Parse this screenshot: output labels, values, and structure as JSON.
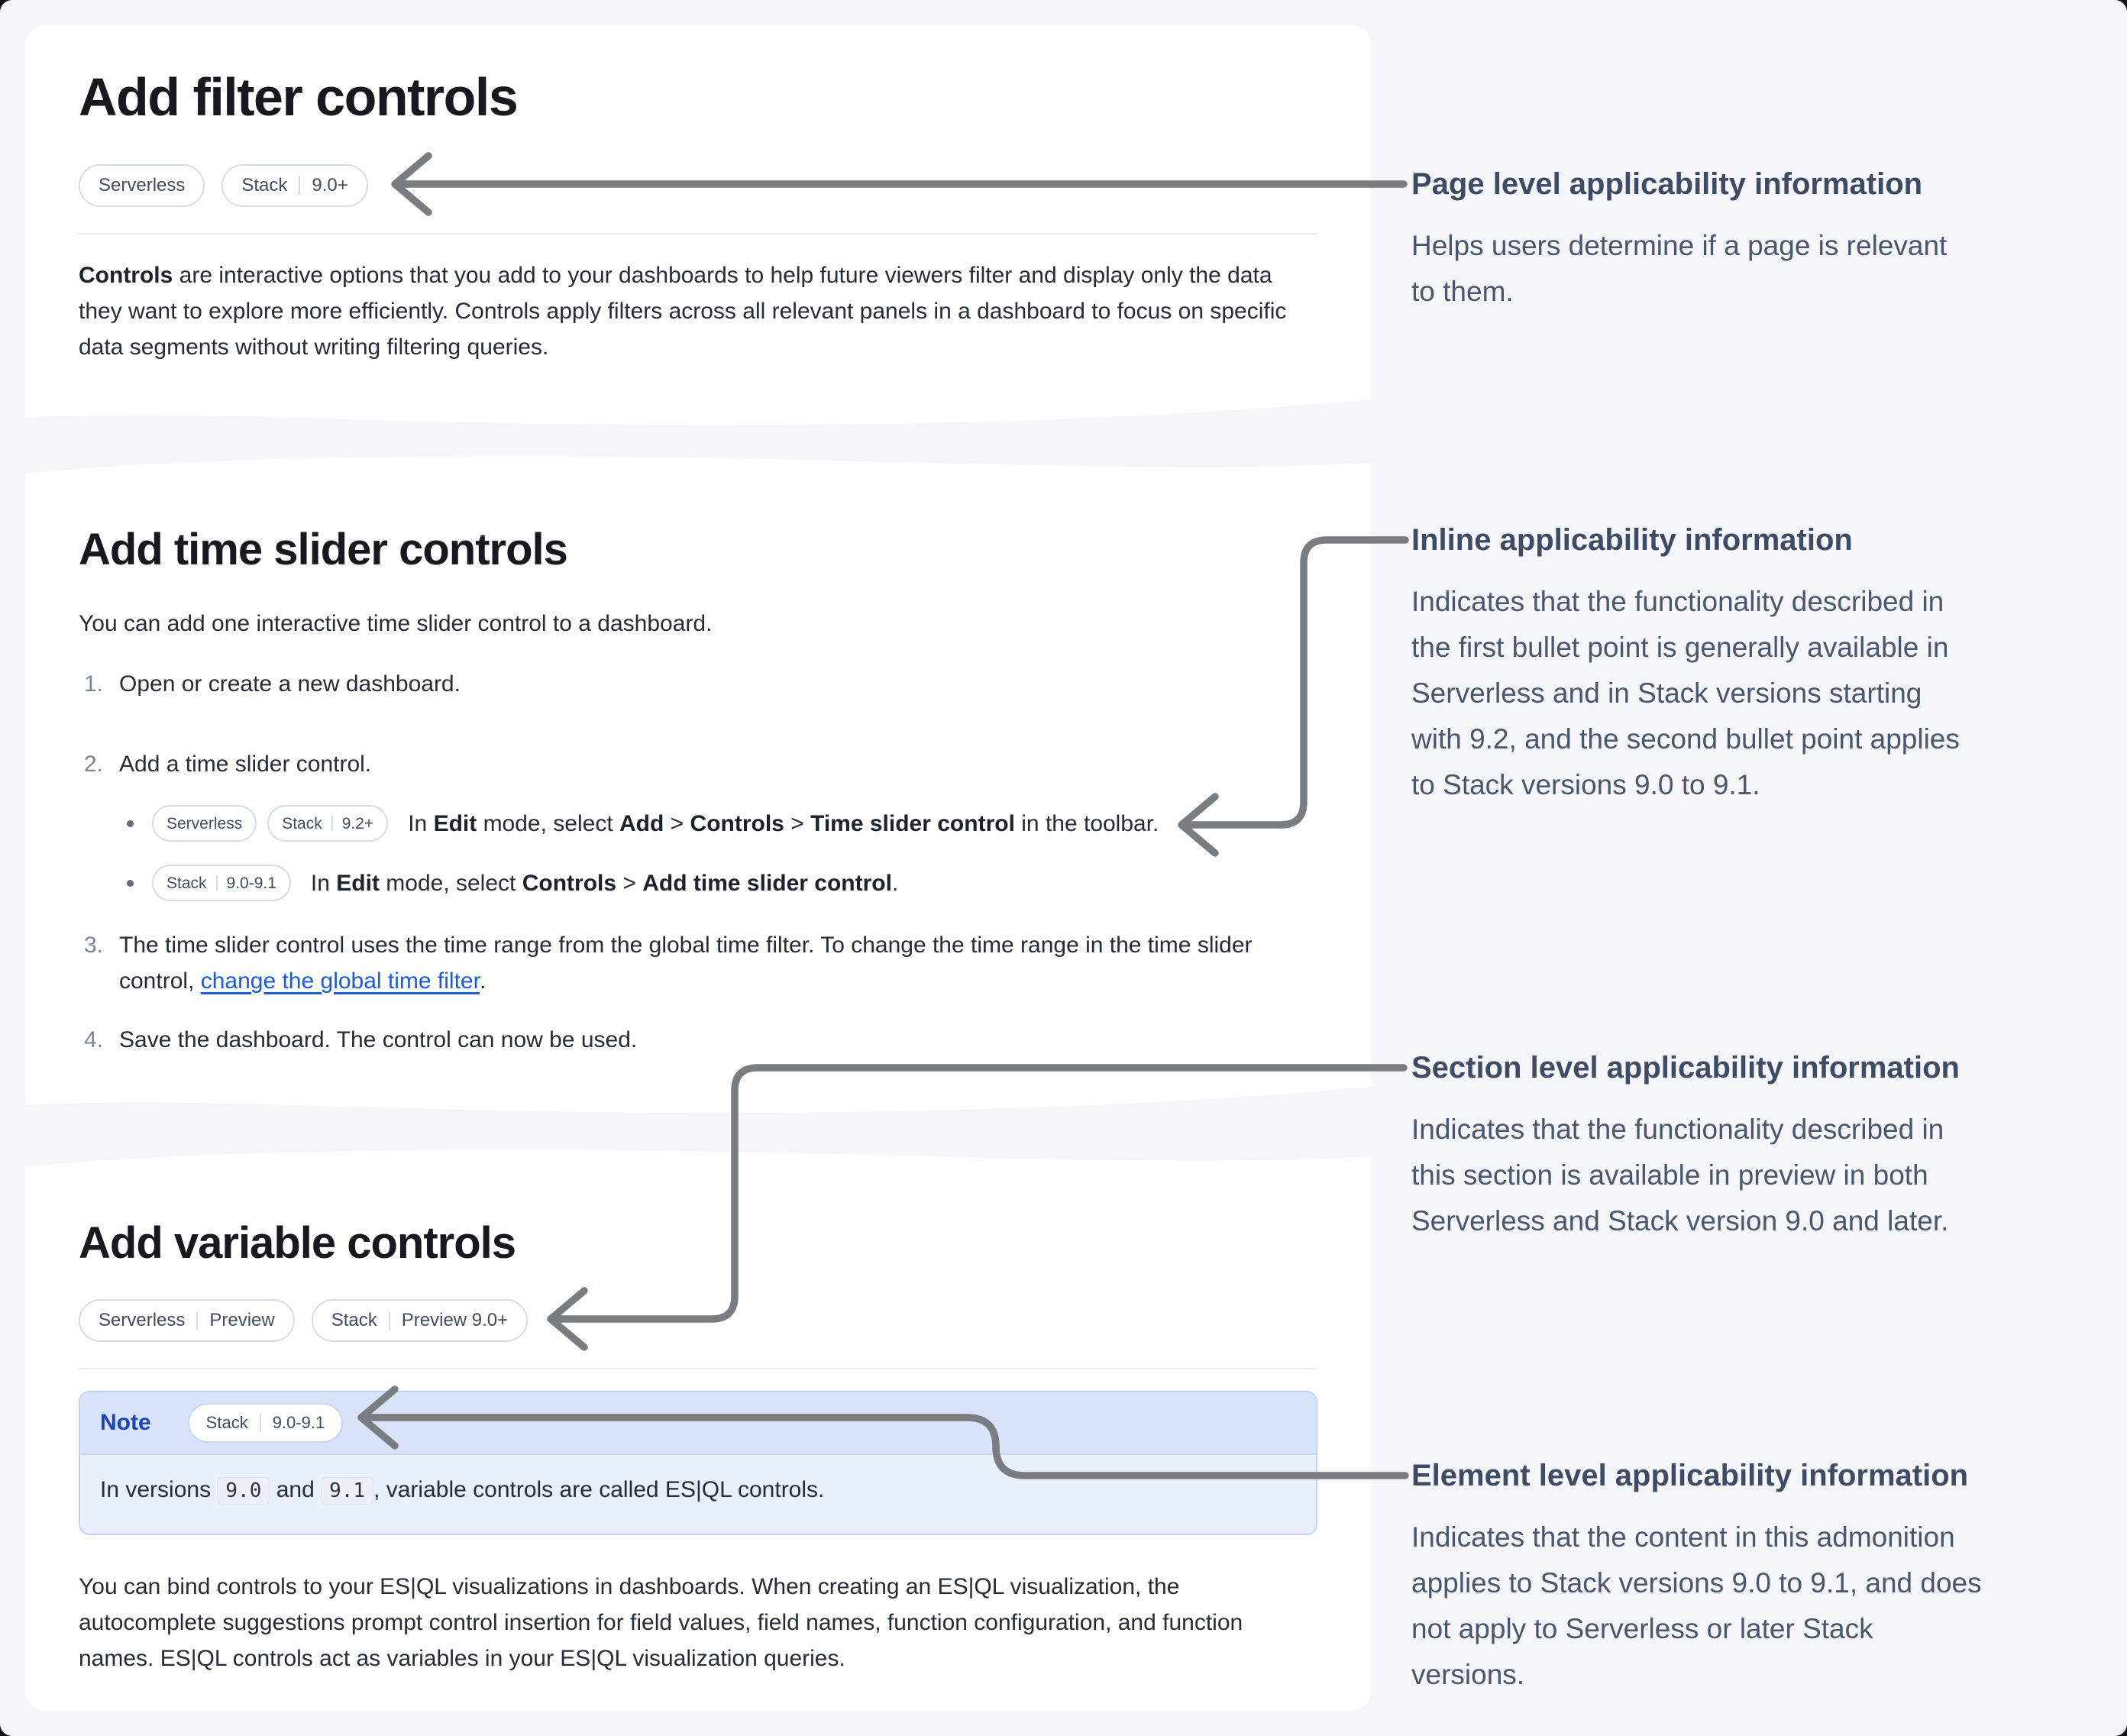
{
  "filter": {
    "title": "Add filter controls",
    "badges": [
      [
        "Serverless"
      ],
      [
        "Stack",
        "9.0+"
      ]
    ],
    "paragraph": {
      "bold": "Controls",
      "rest": " are interactive options that you add to your dashboards to help future viewers filter and display only the data they want to explore more efficiently. Controls apply filters across all relevant panels in a dashboard to focus on specific data segments without writing filtering queries."
    }
  },
  "time": {
    "title": "Add time slider controls",
    "intro": "You can add one interactive time slider control to a dashboard.",
    "steps": [
      {
        "num": "1.",
        "text": "Open or create a new dashboard."
      },
      {
        "num": "2.",
        "text": "Add a time slider control."
      },
      {
        "num": "3."
      },
      {
        "num": "4.",
        "text": "Save the dashboard. The control can now be used."
      }
    ],
    "bullets": [
      {
        "pills": [
          [
            "Serverless"
          ],
          [
            "Stack",
            "9.2+"
          ]
        ],
        "text": {
          "pre": "In ",
          "b1": "Edit",
          "m1": " mode, select ",
          "b2": "Add",
          "s1": " > ",
          "b3": "Controls",
          "s2": " > ",
          "b4": "Time slider control",
          "post": " in the toolbar."
        }
      },
      {
        "pills": [
          [
            "Stack",
            "9.0-9.1"
          ]
        ],
        "text": {
          "pre": "In ",
          "b1": "Edit",
          "m1": " mode, select ",
          "b2": "Controls",
          "s1": " > ",
          "b3": "Add time slider control",
          "post": "."
        }
      }
    ],
    "step3": {
      "t1": "The time slider control uses the time range from the global time filter. To change the time range in the time slider control, ",
      "link": "change the global time filter",
      "t2": "."
    }
  },
  "variable": {
    "title": "Add variable controls",
    "badges": [
      [
        "Serverless",
        "Preview"
      ],
      [
        "Stack",
        "Preview 9.0+"
      ]
    ],
    "note": {
      "label": "Note",
      "badge": [
        "Stack",
        "9.0-9.1"
      ],
      "body": {
        "t1": "In versions ",
        "code1": "9.0",
        "t2": " and ",
        "code2": "9.1",
        "t3": ", variable controls are called ES|QL controls."
      }
    },
    "paragraph": "You can bind controls to your ES|QL visualizations in dashboards. When creating an ES|QL visualization, the autocomplete suggestions prompt control insertion for field values, field names, function configuration, and function names. ES|QL controls act as variables in your ES|QL visualization queries."
  },
  "annotations": [
    {
      "title": "Page level applicability information",
      "lines": [
        "Helps users determine if a page is relevant",
        "to them."
      ]
    },
    {
      "title": "Inline applicability information",
      "lines": [
        "Indicates that the functionality described in",
        "the first bullet point is generally available in",
        "Serverless and in Stack versions starting",
        "with 9.2, and the second bullet point applies",
        "to Stack versions 9.0 to 9.1."
      ]
    },
    {
      "title": "Section level applicability information",
      "lines": [
        "Indicates that the functionality described in",
        "this section is available in preview in both",
        "Serverless and Stack version 9.0 and later."
      ]
    },
    {
      "title": "Element level applicability information",
      "lines": [
        "Indicates that the content in this admonition",
        "applies to Stack versions 9.0 to 9.1, and does",
        "not apply to Serverless or later Stack",
        "versions."
      ]
    }
  ],
  "colors": {
    "arrow": "#797d82",
    "link": "#1b5bdb",
    "note_header_bg": "#d8e4fa",
    "note_body_bg": "#e9effc",
    "page_bg": "#f4f6fa"
  }
}
